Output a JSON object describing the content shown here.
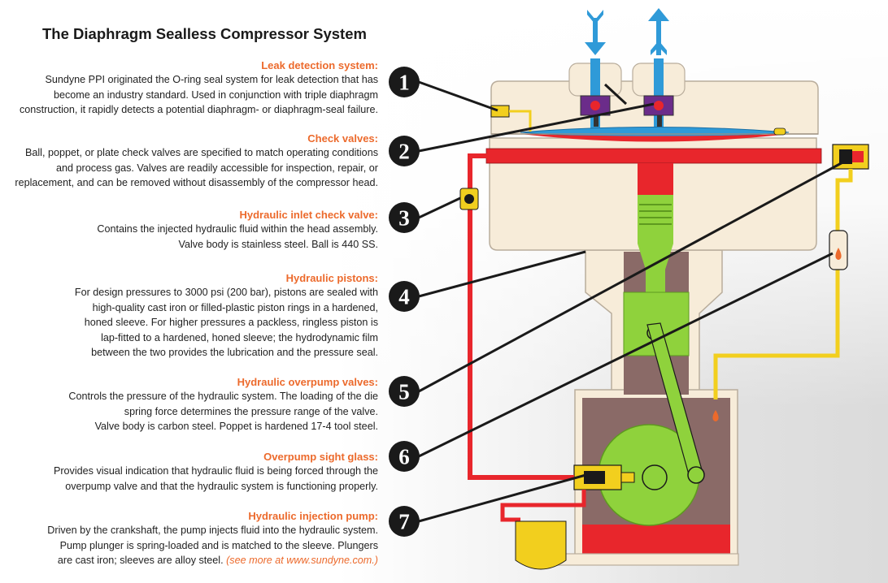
{
  "title": "The Diaphragm Sealless Compressor System",
  "sections": [
    {
      "number": "1",
      "heading": "Leak detection system:",
      "lines": [
        "Sundyne PPI originated the O-ring seal system for leak detection that has",
        "become an industry standard. Used in conjunction with triple diaphragm",
        "construction, it rapidly detects a potential diaphragm- or diaphragm-seal failure."
      ]
    },
    {
      "number": "2",
      "heading": "Check valves:",
      "lines": [
        "Ball, poppet, or plate check valves are specified to match operating conditions",
        "and process gas. Valves are readily accessible for inspection, repair, or",
        "replacement, and can be removed without disassembly of the compressor head."
      ]
    },
    {
      "number": "3",
      "heading": "Hydraulic inlet check valve:",
      "lines": [
        "Contains the injected hydraulic fluid within the head assembly.",
        "Valve body is stainless steel. Ball is 440 SS."
      ]
    },
    {
      "number": "4",
      "heading": "Hydraulic pistons:",
      "lines": [
        "For design pressures to 3000 psi (200 bar), pistons are sealed with",
        "high-quality cast iron or filled-plastic piston rings in a hardened,",
        "honed sleeve. For higher pressures a packless, ringless piston is",
        "lap-fitted to a hardened, honed sleeve; the hydrodynamic film",
        "between the two provides the lubrication and the pressure seal."
      ]
    },
    {
      "number": "5",
      "heading": "Hydraulic overpump valves:",
      "lines": [
        "Controls the pressure of the hydraulic system. The loading of the die",
        "spring force determines the pressure range of the valve.",
        "Valve body is carbon steel. Poppet is hardened 17-4 tool steel."
      ]
    },
    {
      "number": "6",
      "heading": "Overpump sight glass:",
      "lines": [
        "Provides visual indication that hydraulic fluid is being forced through the",
        "overpump valve and that the hydraulic system is functioning properly."
      ]
    },
    {
      "number": "7",
      "heading": "Hydraulic injection pump:",
      "lines": [
        "Driven by the crankshaft, the pump injects fluid into the hydraulic system.",
        "Pump plunger is spring-loaded and is matched to the sleeve. Plungers",
        "are cast iron; sleeves are alloy steel."
      ],
      "note": "(see more at www.sundyne.com.)"
    }
  ],
  "colors": {
    "accent_orange": "#ec6a2c",
    "hydraulic_red": "#e8262c",
    "process_blue": "#2f9ad8",
    "piston_green": "#8fd23c",
    "oil_yellow": "#f2cf1e",
    "casing_cream": "#f7ecd9",
    "crankcase_brown": "#8a6a67",
    "callout_black": "#1a1a1a"
  },
  "icons": [
    "down-arrow-inlet-icon",
    "up-arrow-discharge-icon",
    "oil-drop-icon"
  ]
}
